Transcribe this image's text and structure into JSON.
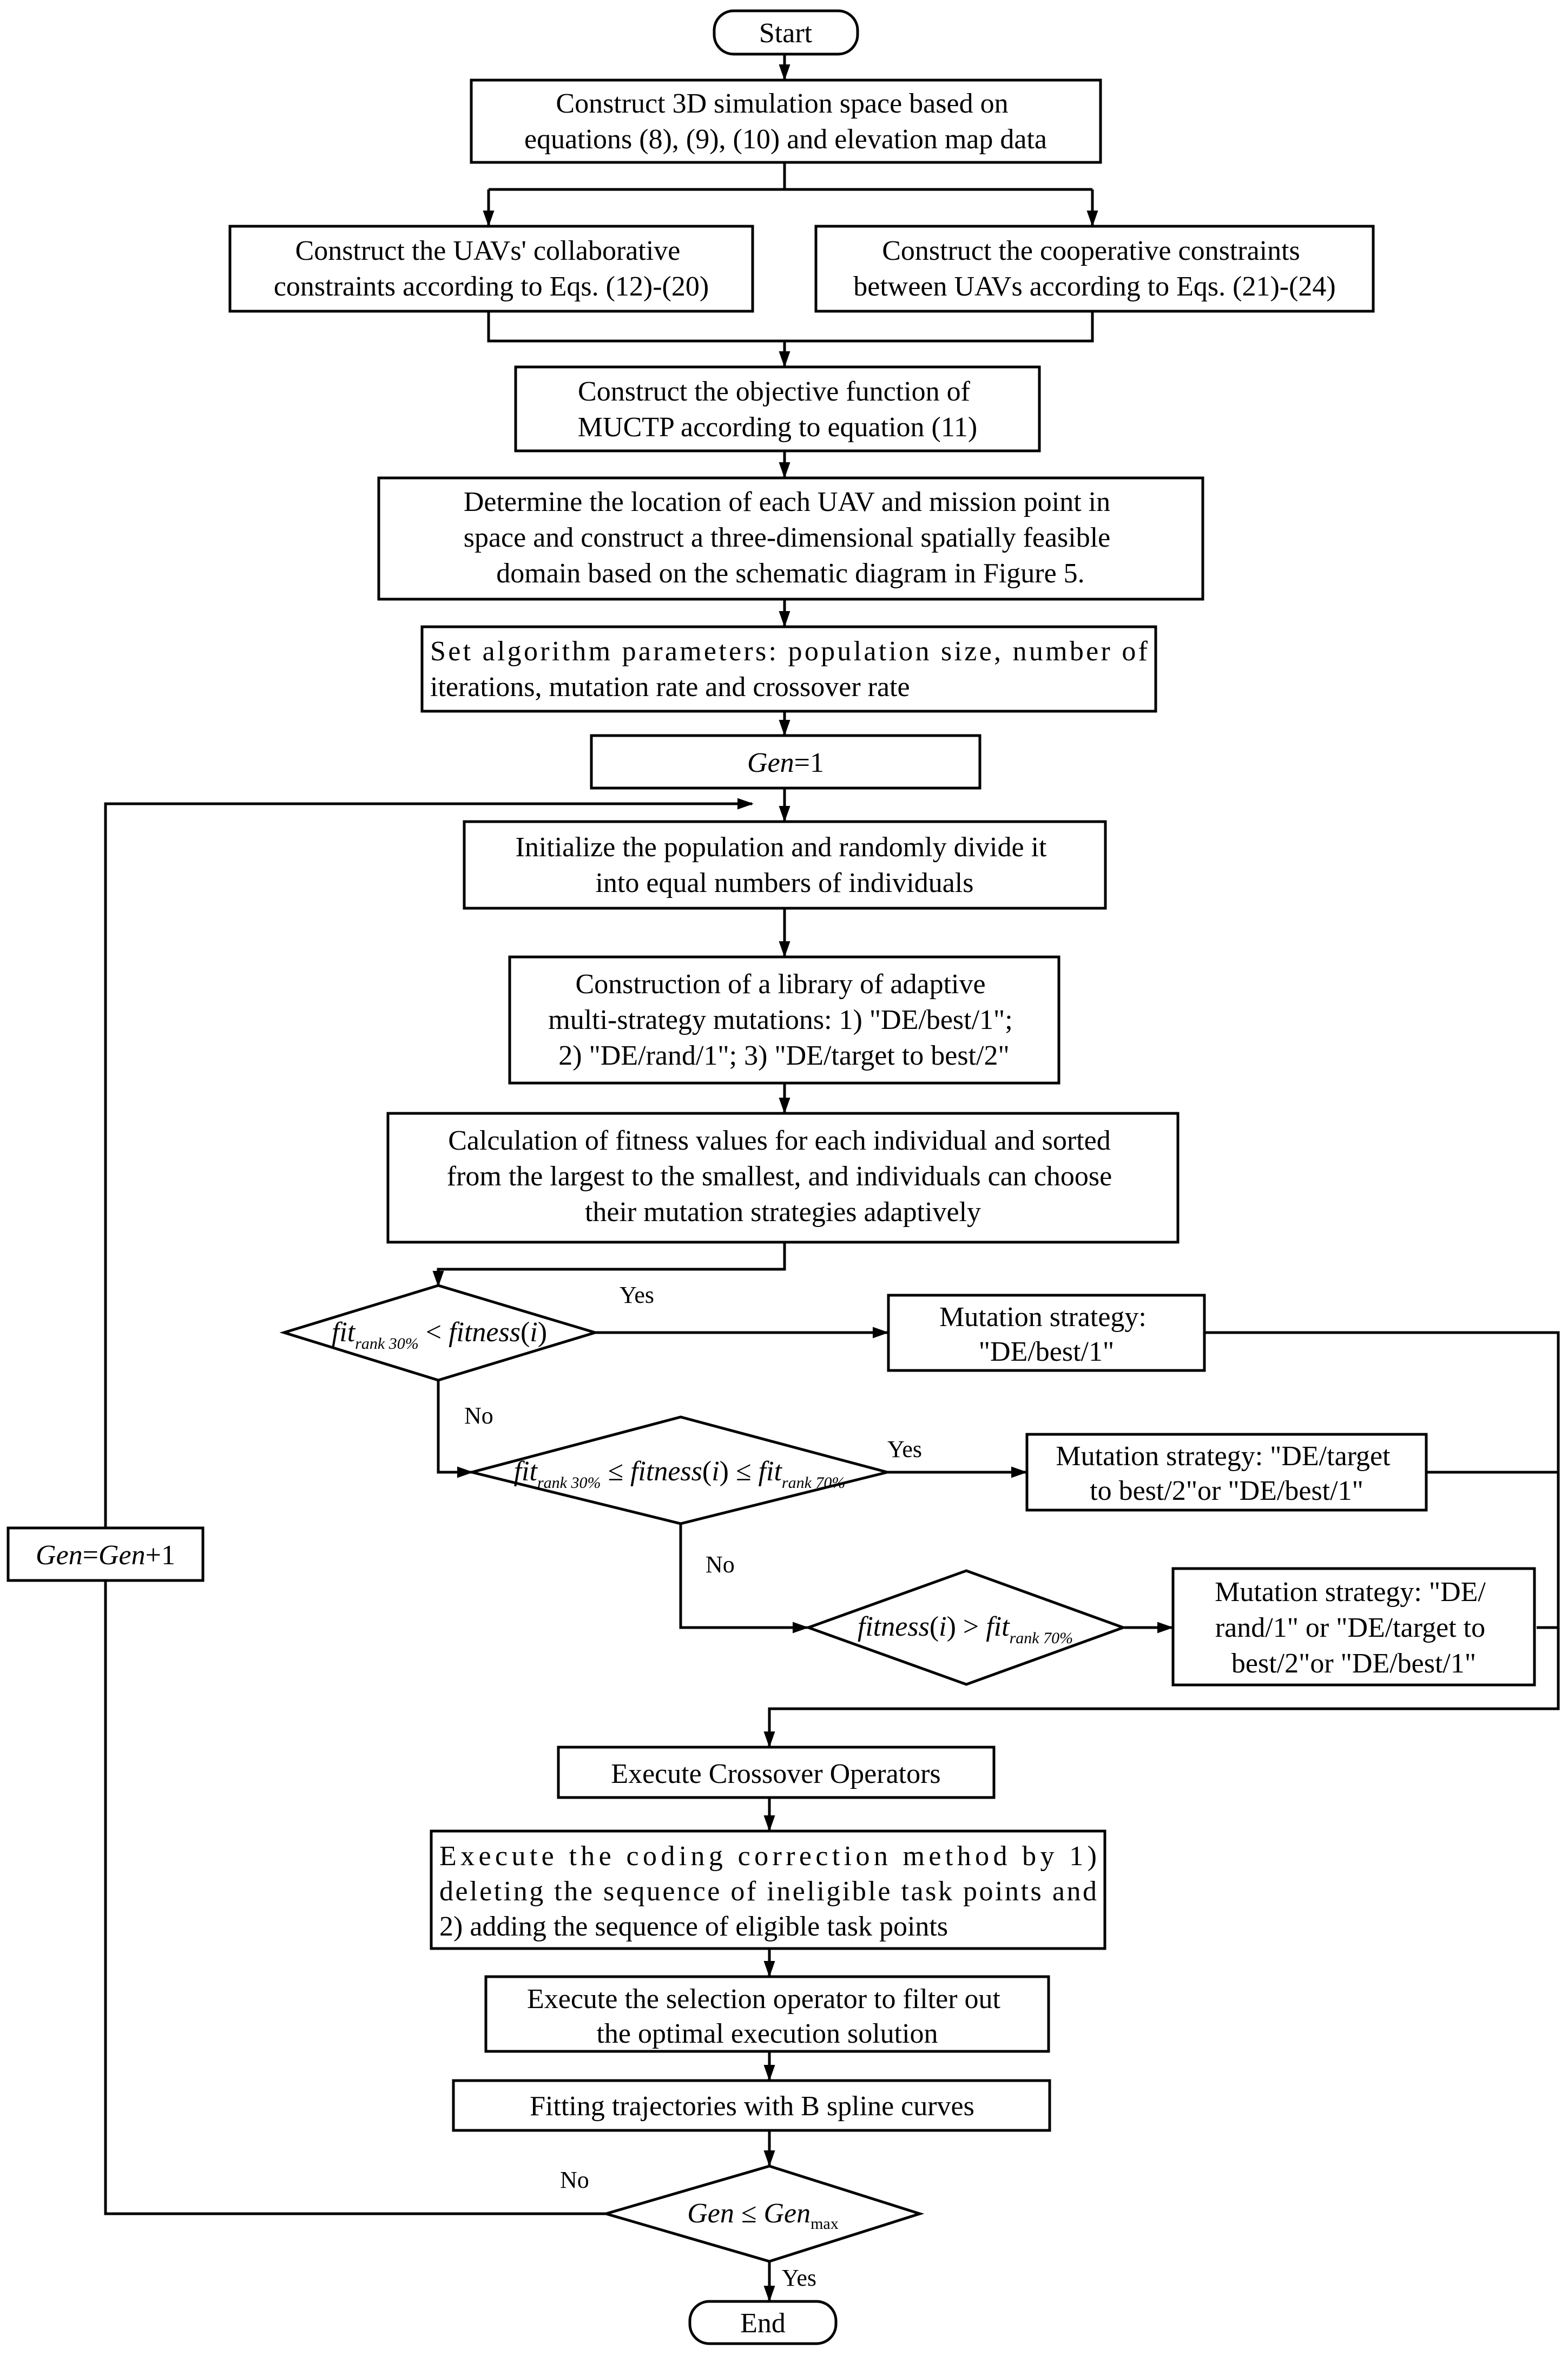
{
  "nodes": {
    "start": "Start",
    "space": [
      "Construct 3D simulation space based on",
      "equations (8), (9), (10) and elevation map data"
    ],
    "collab": [
      "Construct the UAVs' collaborative",
      "constraints according to Eqs. (12)-(20)"
    ],
    "coop": [
      "Construct the cooperative constraints",
      "between UAVs according to Eqs. (21)-(24)"
    ],
    "objective": [
      "Construct the objective function of",
      "MUCTP according to equation (11)"
    ],
    "location": [
      "Determine the location of each UAV and mission point in",
      "space and construct a three-dimensional spatially feasible",
      "domain based on the schematic diagram in Figure 5."
    ],
    "params": [
      "Set algorithm parameters: population size, number of",
      "iterations, mutation rate and crossover rate"
    ],
    "gen_init": {
      "var": "Gen",
      "rest": "=1"
    },
    "init_pop": [
      "Initialize the population and randomly divide it",
      "into equal numbers of individuals"
    ],
    "library": [
      "Construction of a library of adaptive",
      "multi-strategy mutations: 1) \"DE/best/1\";",
      "2) \"DE/rand/1\"; 3) \"DE/target to best/2\""
    ],
    "fitness_calc": [
      "Calculation of fitness values for each individual and sorted",
      "from the largest to the smallest, and individuals can choose",
      "their mutation strategies adaptively"
    ],
    "mut1": [
      "Mutation strategy:",
      "\"DE/best/1\""
    ],
    "mut2": [
      "Mutation strategy: \"DE/target",
      "to best/2\"or \"DE/best/1\""
    ],
    "mut3": [
      "Mutation strategy: \"DE/",
      "rand/1\" or \"DE/target to",
      "best/2\"or  \"DE/best/1\""
    ],
    "crossover": "Execute Crossover Operators",
    "coding": [
      "Execute  the  coding  correction  method  by  1)",
      "deleting the sequence of ineligible task points and",
      "2) adding the sequence of eligible task points"
    ],
    "selection": [
      "Execute the selection operator to filter out",
      "the optimal execution solution"
    ],
    "bspline": "Fitting trajectories with B spline curves",
    "gen_inc": {
      "var1": "Gen",
      "eq": "=",
      "var2": "Gen",
      "rest": "+1"
    },
    "end": "End"
  },
  "decisions": {
    "d1": {
      "a": "fit",
      "a_sub": "rank 30%",
      "op": " < ",
      "b": "fitness",
      "b_rest": "(",
      "b_var": "i",
      "b_close": ")"
    },
    "d2": {
      "a": "fit",
      "a_sub": "rank 30%",
      "op1": " ≤ ",
      "b": "fitness",
      "b_rest": "(",
      "b_var": "i",
      "b_close": ")",
      "op2": " ≤ ",
      "c": "fit",
      "c_sub": "rank 70%"
    },
    "d3": {
      "b": "fitness",
      "b_rest": "(",
      "b_var": "i",
      "b_close": ")",
      "op": " > ",
      "c": "fit",
      "c_sub": "rank 70%"
    },
    "d4": {
      "a": "Gen",
      "op": " ≤ ",
      "b": "Gen",
      "b_sub": "max"
    }
  },
  "edge_labels": {
    "d1_yes": "Yes",
    "d1_no": "No",
    "d2_yes": "Yes",
    "d2_no": "No",
    "d4_no": "No",
    "d4_yes": "Yes"
  }
}
